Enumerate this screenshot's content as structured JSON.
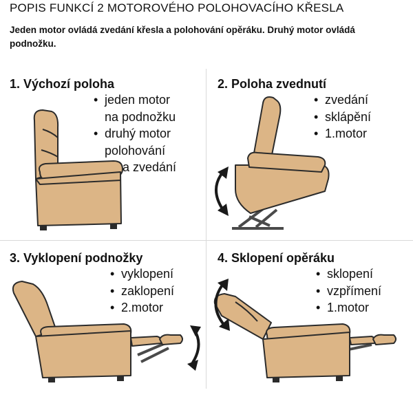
{
  "header": {
    "title": "POPIS FUNKCÍ 2 MOTOROVÉHO POLOHOVACÍHO KŘESLA",
    "subtitle": "Jeden motor ovládá zvedání křesla a polohování opěráku. Druhý motor ovládá podnožku."
  },
  "panels": [
    {
      "title": "1. Výchozí poloha",
      "features": [
        "jeden motor",
        "na podnožku",
        "druhý motor",
        "polohování",
        "a zvedání"
      ]
    },
    {
      "title": "2. Poloha zvednutí",
      "features": [
        "zvedání",
        "sklápění",
        "1.motor"
      ]
    },
    {
      "title": "3. Vyklopení podnožky",
      "features": [
        "vyklopení",
        "zaklopení",
        "2.motor"
      ]
    },
    {
      "title": "4. Sklopení opěráku",
      "features": [
        "sklopení",
        "vzpřímení",
        "1.motor"
      ]
    }
  ],
  "colors": {
    "upholstery": "#dcb586",
    "upholstery_shade": "#c99e6b",
    "outline": "#2b2b2b",
    "mechanism": "#4a4a4a",
    "divider": "#d9d9d9"
  }
}
